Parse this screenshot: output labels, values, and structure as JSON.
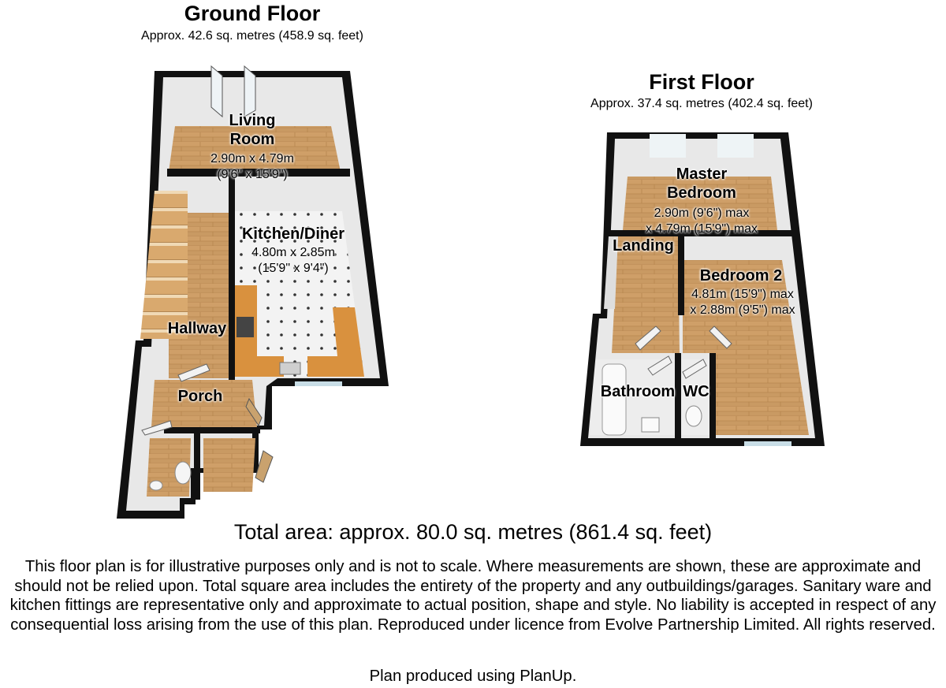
{
  "ground_floor": {
    "title": "Ground Floor",
    "area": "Approx.  42.6 sq. metres (458.9 sq. feet)",
    "rooms": {
      "living": {
        "name_line1": "Living",
        "name_line2": "Room",
        "dim_metric": "2.90m x 4.79m",
        "dim_imperial": "(9'6\" x 15'9\")"
      },
      "kitchen": {
        "name": "Kitchen/Diner",
        "dim_metric": "4.80m x 2.85m",
        "dim_imperial": "(15'9\" x 9'4\")"
      },
      "hallway": {
        "name": "Hallway"
      },
      "porch": {
        "name": "Porch"
      }
    }
  },
  "first_floor": {
    "title": "First Floor",
    "area": "Approx.  37.4 sq. metres (402.4 sq. feet)",
    "rooms": {
      "master": {
        "name_line1": "Master",
        "name_line2": "Bedroom",
        "dim_line1": "2.90m (9'6\") max",
        "dim_line2": "x 4.79m (15'9\") max"
      },
      "landing": {
        "name": "Landing"
      },
      "bedroom2": {
        "name": "Bedroom 2",
        "dim_line1": "4.81m (15'9\") max",
        "dim_line2": "x 2.88m (9'5\") max"
      },
      "bathroom": {
        "name": "Bathroom"
      },
      "wc": {
        "name": "WC"
      }
    }
  },
  "total_area": "Total area: approx.  80.0 sq. metres (861.4 sq. feet)",
  "disclaimer": "This floor plan is for illustrative purposes only and is not to scale.  Where measurements are shown, these are approximate and should not be relied upon. Total square area includes the entirety of the property and any outbuildings/garages. Sanitary ware and kitchen fittings are representative only and approximate to actual position, shape and style.  No liability is accepted in respect of any consequential loss arising from the use of this plan. Reproduced under licence from Evolve Partnership Limited. All rights reserved.",
  "credit": "Plan produced using PlanUp.",
  "colors": {
    "wall": "#111111",
    "wood_floor": "#c99a63",
    "tile_floor": "#f4f4f4",
    "wall_face": "#e9e9e9",
    "worktop": "#d9913e"
  }
}
